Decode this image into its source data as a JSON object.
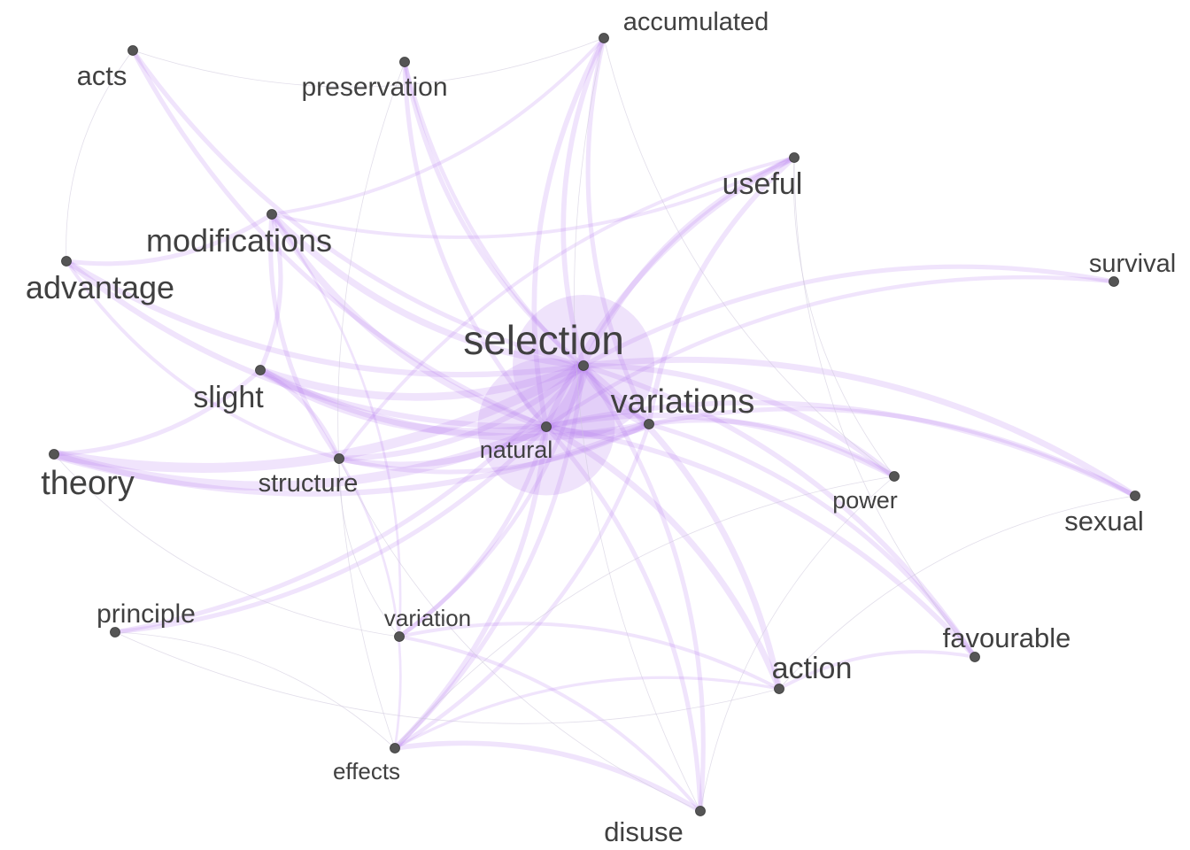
{
  "graph": {
    "colors": {
      "edge": "#b57af0",
      "edge_faint": "#cfc8dc",
      "node": "#555555",
      "halo": "#c79af2",
      "label": "#404040"
    },
    "nodes": [
      {
        "id": "selection",
        "label": "selection",
        "size": 1.0
      },
      {
        "id": "natural",
        "label": "natural",
        "size": 0.9
      },
      {
        "id": "variations",
        "label": "variations",
        "size": 0.55
      },
      {
        "id": "theory",
        "label": "theory",
        "size": 0.5
      },
      {
        "id": "modifications",
        "label": "modifications",
        "size": 0.45
      },
      {
        "id": "advantage",
        "label": "advantage",
        "size": 0.45
      },
      {
        "id": "slight",
        "label": "slight",
        "size": 0.4
      },
      {
        "id": "structure",
        "label": "structure",
        "size": 0.3
      },
      {
        "id": "useful",
        "label": "useful",
        "size": 0.4
      },
      {
        "id": "action",
        "label": "action",
        "size": 0.4
      },
      {
        "id": "favourable",
        "label": "favourable",
        "size": 0.3
      },
      {
        "id": "sexual",
        "label": "sexual",
        "size": 0.3
      },
      {
        "id": "survival",
        "label": "survival",
        "size": 0.3
      },
      {
        "id": "power",
        "label": "power",
        "size": 0.25
      },
      {
        "id": "accumulated",
        "label": "accumulated",
        "size": 0.3
      },
      {
        "id": "preservation",
        "label": "preservation",
        "size": 0.3
      },
      {
        "id": "acts",
        "label": "acts",
        "size": 0.3
      },
      {
        "id": "principle",
        "label": "principle",
        "size": 0.3
      },
      {
        "id": "variation",
        "label": "variation",
        "size": 0.2
      },
      {
        "id": "effects",
        "label": "effects",
        "size": 0.2
      },
      {
        "id": "disuse",
        "label": "disuse",
        "size": 0.3
      }
    ],
    "edges": [
      {
        "source": "natural",
        "target": "selection",
        "weight": 1.0
      },
      {
        "source": "natural",
        "target": "variations",
        "weight": 0.7
      },
      {
        "source": "selection",
        "target": "variations",
        "weight": 0.65
      },
      {
        "source": "theory",
        "target": "selection",
        "weight": 0.8
      },
      {
        "source": "theory",
        "target": "natural",
        "weight": 0.75
      },
      {
        "source": "theory",
        "target": "slight",
        "weight": 0.3
      },
      {
        "source": "theory",
        "target": "variations",
        "weight": 0.4
      },
      {
        "source": "slight",
        "target": "selection",
        "weight": 0.6
      },
      {
        "source": "slight",
        "target": "natural",
        "weight": 0.6
      },
      {
        "source": "slight",
        "target": "variations",
        "weight": 0.55
      },
      {
        "source": "slight",
        "target": "modifications",
        "weight": 0.3
      },
      {
        "source": "advantage",
        "target": "selection",
        "weight": 0.4
      },
      {
        "source": "advantage",
        "target": "natural",
        "weight": 0.4
      },
      {
        "source": "advantage",
        "target": "modifications",
        "weight": 0.3
      },
      {
        "source": "advantage",
        "target": "structure",
        "weight": 0.2
      },
      {
        "source": "modifications",
        "target": "selection",
        "weight": 0.5
      },
      {
        "source": "modifications",
        "target": "natural",
        "weight": 0.5
      },
      {
        "source": "modifications",
        "target": "structure",
        "weight": 0.3
      },
      {
        "source": "modifications",
        "target": "useful",
        "weight": 0.2
      },
      {
        "source": "modifications",
        "target": "accumulated",
        "weight": 0.2
      },
      {
        "source": "structure",
        "target": "selection",
        "weight": 0.4
      },
      {
        "source": "structure",
        "target": "natural",
        "weight": 0.45
      },
      {
        "source": "structure",
        "target": "slight",
        "weight": 0.25
      },
      {
        "source": "structure",
        "target": "variations",
        "weight": 0.3
      },
      {
        "source": "useful",
        "target": "selection",
        "weight": 0.4
      },
      {
        "source": "useful",
        "target": "natural",
        "weight": 0.4
      },
      {
        "source": "useful",
        "target": "variations",
        "weight": 0.35
      },
      {
        "source": "useful",
        "target": "structure",
        "weight": 0.2
      },
      {
        "source": "accumulated",
        "target": "selection",
        "weight": 0.35
      },
      {
        "source": "accumulated",
        "target": "natural",
        "weight": 0.35
      },
      {
        "source": "accumulated",
        "target": "variations",
        "weight": 0.3
      },
      {
        "source": "preservation",
        "target": "selection",
        "weight": 0.3
      },
      {
        "source": "preservation",
        "target": "natural",
        "weight": 0.3
      },
      {
        "source": "preservation",
        "target": "variations",
        "weight": 0.25
      },
      {
        "source": "acts",
        "target": "selection",
        "weight": 0.3
      },
      {
        "source": "acts",
        "target": "natural",
        "weight": 0.3
      },
      {
        "source": "survival",
        "target": "selection",
        "weight": 0.3
      },
      {
        "source": "survival",
        "target": "natural",
        "weight": 0.25
      },
      {
        "source": "power",
        "target": "selection",
        "weight": 0.4
      },
      {
        "source": "power",
        "target": "natural",
        "weight": 0.4
      },
      {
        "source": "power",
        "target": "variations",
        "weight": 0.3
      },
      {
        "source": "sexual",
        "target": "selection",
        "weight": 0.45
      },
      {
        "source": "sexual",
        "target": "natural",
        "weight": 0.35
      },
      {
        "source": "sexual",
        "target": "variations",
        "weight": 0.3
      },
      {
        "source": "favourable",
        "target": "selection",
        "weight": 0.35
      },
      {
        "source": "favourable",
        "target": "natural",
        "weight": 0.35
      },
      {
        "source": "favourable",
        "target": "variations",
        "weight": 0.3
      },
      {
        "source": "favourable",
        "target": "action",
        "weight": 0.2
      },
      {
        "source": "action",
        "target": "selection",
        "weight": 0.45
      },
      {
        "source": "action",
        "target": "natural",
        "weight": 0.45
      },
      {
        "source": "action",
        "target": "variation",
        "weight": 0.2
      },
      {
        "source": "action",
        "target": "effects",
        "weight": 0.15
      },
      {
        "source": "disuse",
        "target": "selection",
        "weight": 0.3
      },
      {
        "source": "disuse",
        "target": "natural",
        "weight": 0.3
      },
      {
        "source": "disuse",
        "target": "effects",
        "weight": 0.35
      },
      {
        "source": "disuse",
        "target": "variation",
        "weight": 0.2
      },
      {
        "source": "effects",
        "target": "selection",
        "weight": 0.3
      },
      {
        "source": "effects",
        "target": "natural",
        "weight": 0.35
      },
      {
        "source": "effects",
        "target": "variations",
        "weight": 0.25
      },
      {
        "source": "effects",
        "target": "structure",
        "weight": 0.1
      },
      {
        "source": "variation",
        "target": "natural",
        "weight": 0.3
      },
      {
        "source": "variation",
        "target": "selection",
        "weight": 0.25
      },
      {
        "source": "variation",
        "target": "modifications",
        "weight": 0.1
      },
      {
        "source": "principle",
        "target": "selection",
        "weight": 0.3
      },
      {
        "source": "principle",
        "target": "natural",
        "weight": 0.3
      },
      {
        "source": "principle",
        "target": "action",
        "weight": 0.05
      },
      {
        "source": "acts",
        "target": "advantage",
        "weight": 0.05
      },
      {
        "source": "acts",
        "target": "accumulated",
        "weight": 0.05
      },
      {
        "source": "preservation",
        "target": "effects",
        "weight": 0.05
      },
      {
        "source": "accumulated",
        "target": "disuse",
        "weight": 0.05
      },
      {
        "source": "accumulated",
        "target": "power",
        "weight": 0.05
      },
      {
        "source": "useful",
        "target": "favourable",
        "weight": 0.05
      },
      {
        "source": "useful",
        "target": "power",
        "weight": 0.05
      },
      {
        "source": "power",
        "target": "disuse",
        "weight": 0.05
      },
      {
        "source": "power",
        "target": "effects",
        "weight": 0.05
      },
      {
        "source": "sexual",
        "target": "action",
        "weight": 0.08
      },
      {
        "source": "structure",
        "target": "variation",
        "weight": 0.08
      },
      {
        "source": "structure",
        "target": "disuse",
        "weight": 0.05
      },
      {
        "source": "theory",
        "target": "variation",
        "weight": 0.05
      },
      {
        "source": "effects",
        "target": "principle",
        "weight": 0.05
      }
    ]
  }
}
